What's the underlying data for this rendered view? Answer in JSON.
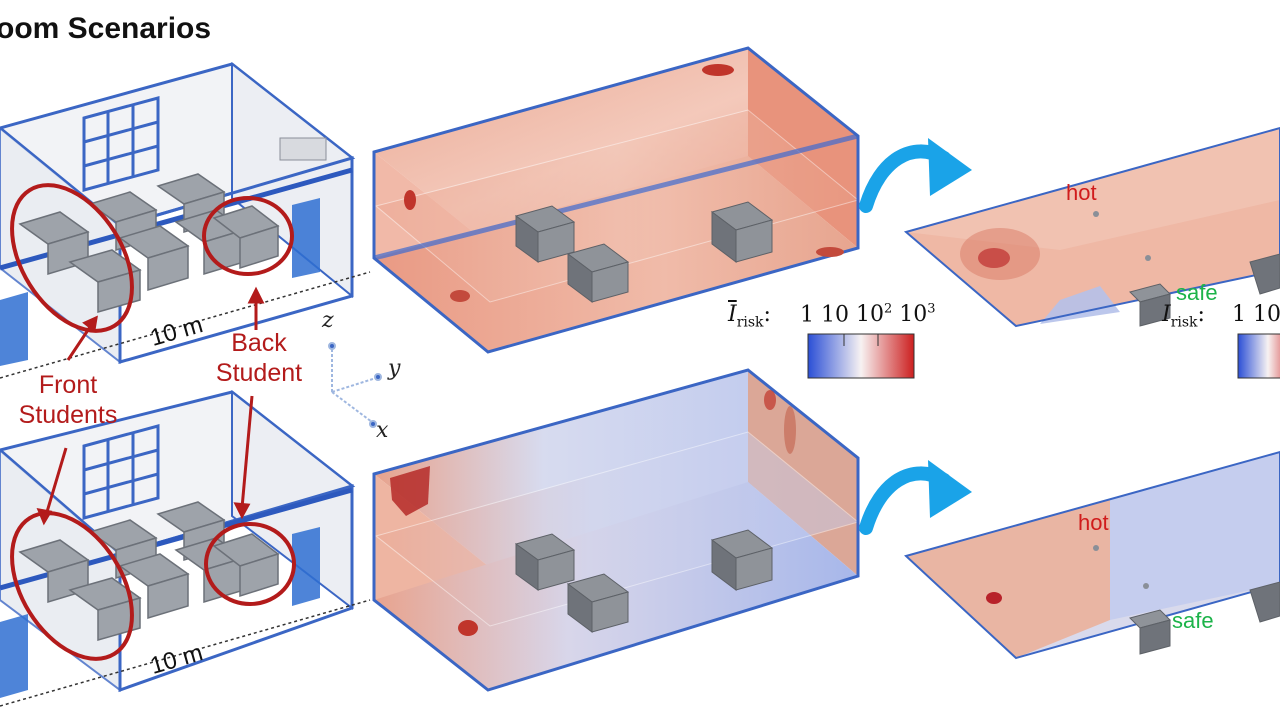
{
  "title": "oom Scenarios",
  "labels": {
    "front_students": "Front\nStudents",
    "back_student": "Back\nStudent",
    "dim_top": "10 m",
    "dim_bottom": "10 m",
    "hot_top": "hot",
    "safe_top": "safe",
    "hot_bottom": "hot",
    "safe_bottom": "safe"
  },
  "axes": {
    "z": "z",
    "y": "y",
    "x": "x"
  },
  "legend_mid": {
    "symbol": "I",
    "subscript": "risk",
    "ticks": [
      "1",
      "10",
      "10",
      "10"
    ],
    "tick_exponents": [
      "",
      "",
      "2",
      "3"
    ],
    "colors": [
      "#2b4fd6",
      "#ffffff",
      "#cc1f1f"
    ]
  },
  "legend_right": {
    "symbol": "I",
    "subscript": "risk",
    "ticks": [
      "1",
      "10"
    ],
    "colors": [
      "#2b4fd6",
      "#ffffff",
      "#cc1f1f"
    ]
  },
  "colors": {
    "room_outline": "#3b66c4",
    "annotation_red": "#b31b1b",
    "arrow_blue": "#1aa3e8",
    "hot_red": "#d01c1c",
    "safe_green": "#1db34a"
  }
}
